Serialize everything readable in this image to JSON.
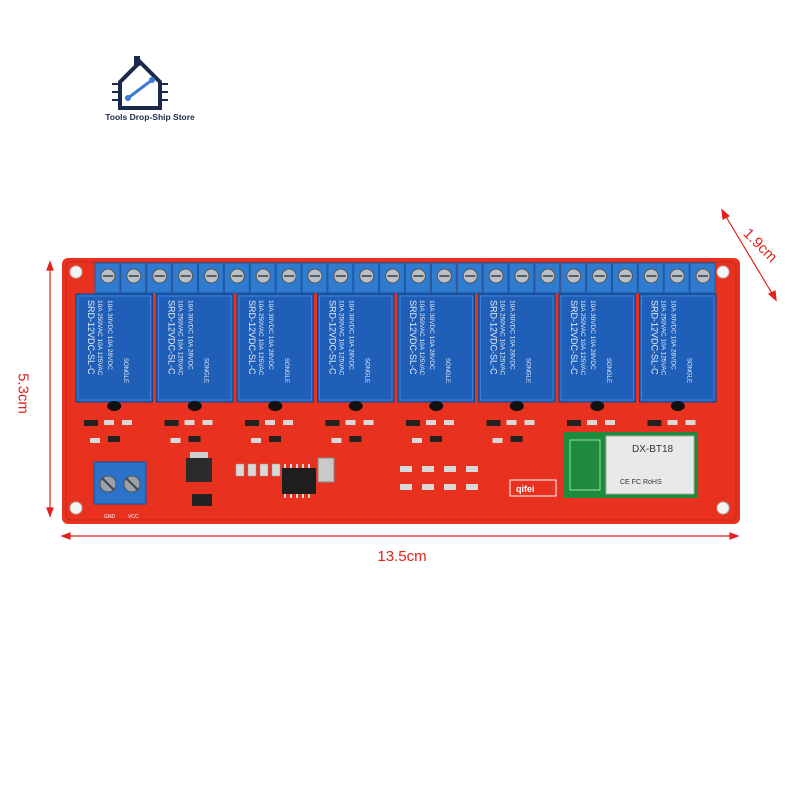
{
  "store": {
    "name": "Tools Drop-Ship Store",
    "logo_icon": "house-circuit-icon",
    "brand_color": "#1b2a4a"
  },
  "dimensions": {
    "width_label": "13.5cm",
    "height_label": "5.3cm",
    "depth_label": "1.9cm",
    "line_color": "#e0231c"
  },
  "board": {
    "color": "#e8321f",
    "relay_count": 8,
    "terminal_count": 24,
    "relay": {
      "brand": "SONGLE",
      "model": "SRD-12VDC-SL-C",
      "rating_line1": "10A 250VAC",
      "rating_line2": "10A 30VDC",
      "rating_line3": "10A 125VAC",
      "rating_line4": "10A 28VDC"
    },
    "bluetooth_module": {
      "model": "DX-BT18",
      "line2": "CE FC RoHS"
    },
    "power_terminal_labels": [
      "GND",
      "VCC"
    ],
    "brand_logo": "qifei"
  }
}
